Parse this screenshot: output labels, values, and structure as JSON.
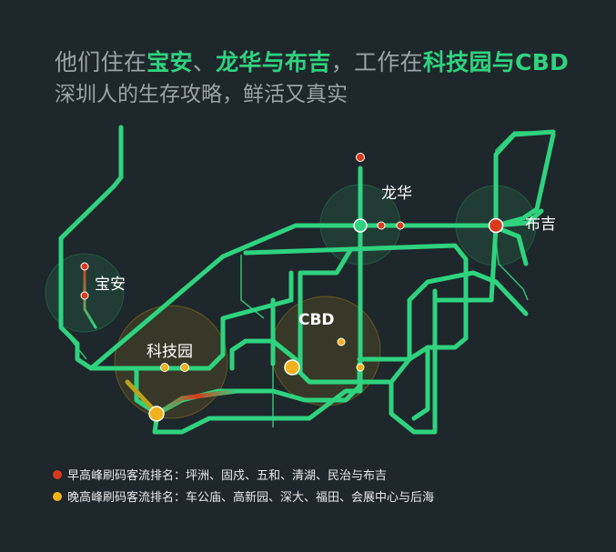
{
  "headline": {
    "part1": "他们住在",
    "hl1": "宝安",
    "part2": "、",
    "hl2": "龙华与布吉",
    "part3": "，工作在",
    "hl3": "科技园与CBD"
  },
  "subline": "深圳人的生存攻略，鲜活又真实",
  "stations": {
    "baoan": "宝安",
    "longhua": "龙华",
    "buji": "布吉",
    "kejiyuan": "科技园",
    "cbd": "CBD"
  },
  "legend": {
    "morning": "早高峰刷码客流排名：坪洲、固戍、五和、清湖、民治与布吉",
    "evening": "晚高峰刷码客流排名：车公庙、高新园、深大、福田、会展中心与后海"
  },
  "colors": {
    "background": "#1e272b",
    "line": "#2fd37f",
    "morning": "#d93a1c",
    "evening": "#f2b21b",
    "text_muted": "#9aa3a7"
  }
}
